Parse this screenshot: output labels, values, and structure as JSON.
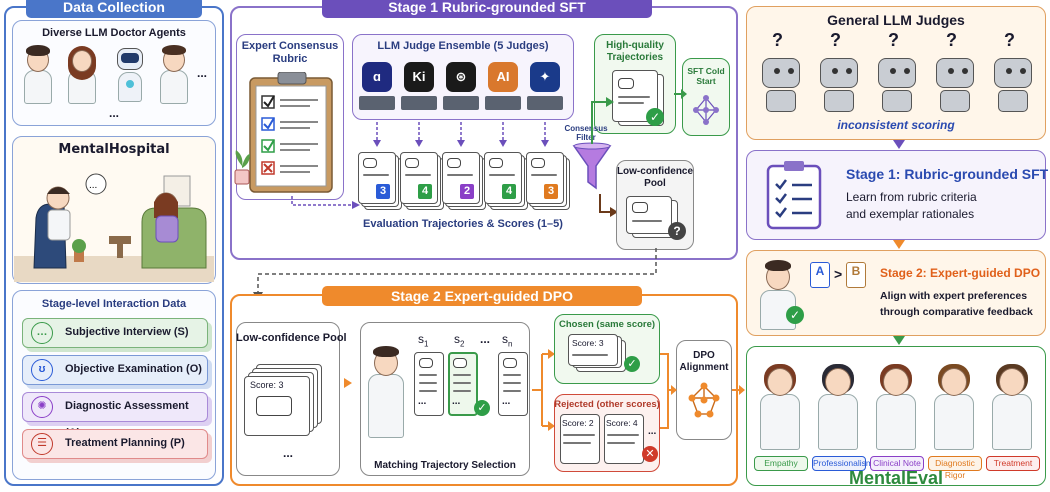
{
  "data_collection": {
    "title": "Data Collection",
    "agents_label": "Diverse LLM Doctor Agents",
    "agents_more": "...",
    "mid_dots": "...",
    "hospital_label": "MentalHospital",
    "interaction_title": "Stage-level Interaction Data",
    "stages": [
      {
        "label": "Subjective Interview (S)",
        "icon": "speech-bubble-icon"
      },
      {
        "label": "Objective Examination (O)",
        "icon": "stethoscope-icon"
      },
      {
        "label": "Diagnostic Assessment (A)",
        "icon": "brain-icon"
      },
      {
        "label": "Treatment Planning (P)",
        "icon": "clipboard-icon"
      }
    ]
  },
  "stage1": {
    "title": "Stage 1  Rubric-grounded SFT",
    "rubric_label": "Expert Consensus Rubric",
    "judges_label": "LLM Judge Ensemble (5 Judges)",
    "judges": [
      {
        "symbol": "ɑ",
        "color": "#1f2a80"
      },
      {
        "symbol": "Ki",
        "color": "#1a1a1a"
      },
      {
        "symbol": "⊛",
        "color": "#1a1a1a"
      },
      {
        "symbol": "AI",
        "color": "#d9782d"
      },
      {
        "symbol": "✦",
        "color": "#1a3a8a"
      }
    ],
    "scores": [
      {
        "value": "3",
        "color": "#2a5bd7"
      },
      {
        "value": "4",
        "color": "#2e9e47"
      },
      {
        "value": "2",
        "color": "#8a3fc7"
      },
      {
        "value": "4",
        "color": "#2e9e47"
      },
      {
        "value": "3",
        "color": "#e07a1f"
      }
    ],
    "trajectories_label": "Evaluation Trajectories & Scores (1–5)",
    "hq_label": "High-quality Trajectories",
    "sft_label": "SFT Cold Start",
    "filter_label": "Consensus Filter",
    "lowconf_label": "Low-confidence Pool"
  },
  "stage2": {
    "title": "Stage 2  Expert-guided DPO",
    "pool_label": "Low-confidence Pool",
    "pool_score": "Score: 3",
    "pool_dots": "...",
    "s_labels": [
      "s",
      "s",
      "s"
    ],
    "s_subs": [
      "1",
      "2",
      "n"
    ],
    "s_dots": "...",
    "card_dots": "...",
    "matching_label": "Matching Trajectory Selection",
    "chosen_label": "Chosen (same score)",
    "chosen_score": "Score: 3",
    "rejected_label": "Rejected (other scores)",
    "rejected_scores": [
      "Score: 2",
      "Score: 4"
    ],
    "rejected_dots": "...",
    "dpo_label": "DPO Alignment"
  },
  "right": {
    "judges_title": "General LLM Judges",
    "question": "?",
    "inconsistent_label": "inconsistent scoring",
    "s1_title": "Stage 1: Rubric-grounded SFT",
    "s1_desc": [
      "Learn from rubric criteria",
      "and exemplar rationales"
    ],
    "s2_title": "Stage 2: Expert-guided DPO",
    "s2_desc": [
      "Align with expert preferences",
      "through comparative feedback"
    ],
    "compare_a": "A",
    "compare_b": "B",
    "compare_op": ">",
    "traits": [
      "Empathy",
      "Professionalism",
      "Clinical Note",
      "Diagnostic Rigor",
      "Treatment"
    ],
    "brand": "MentalEval"
  },
  "colors": {
    "purple": "#6b4fbb",
    "orange": "#ef8a2c",
    "green": "#3a9a4a",
    "blue": "#4a76c9"
  }
}
